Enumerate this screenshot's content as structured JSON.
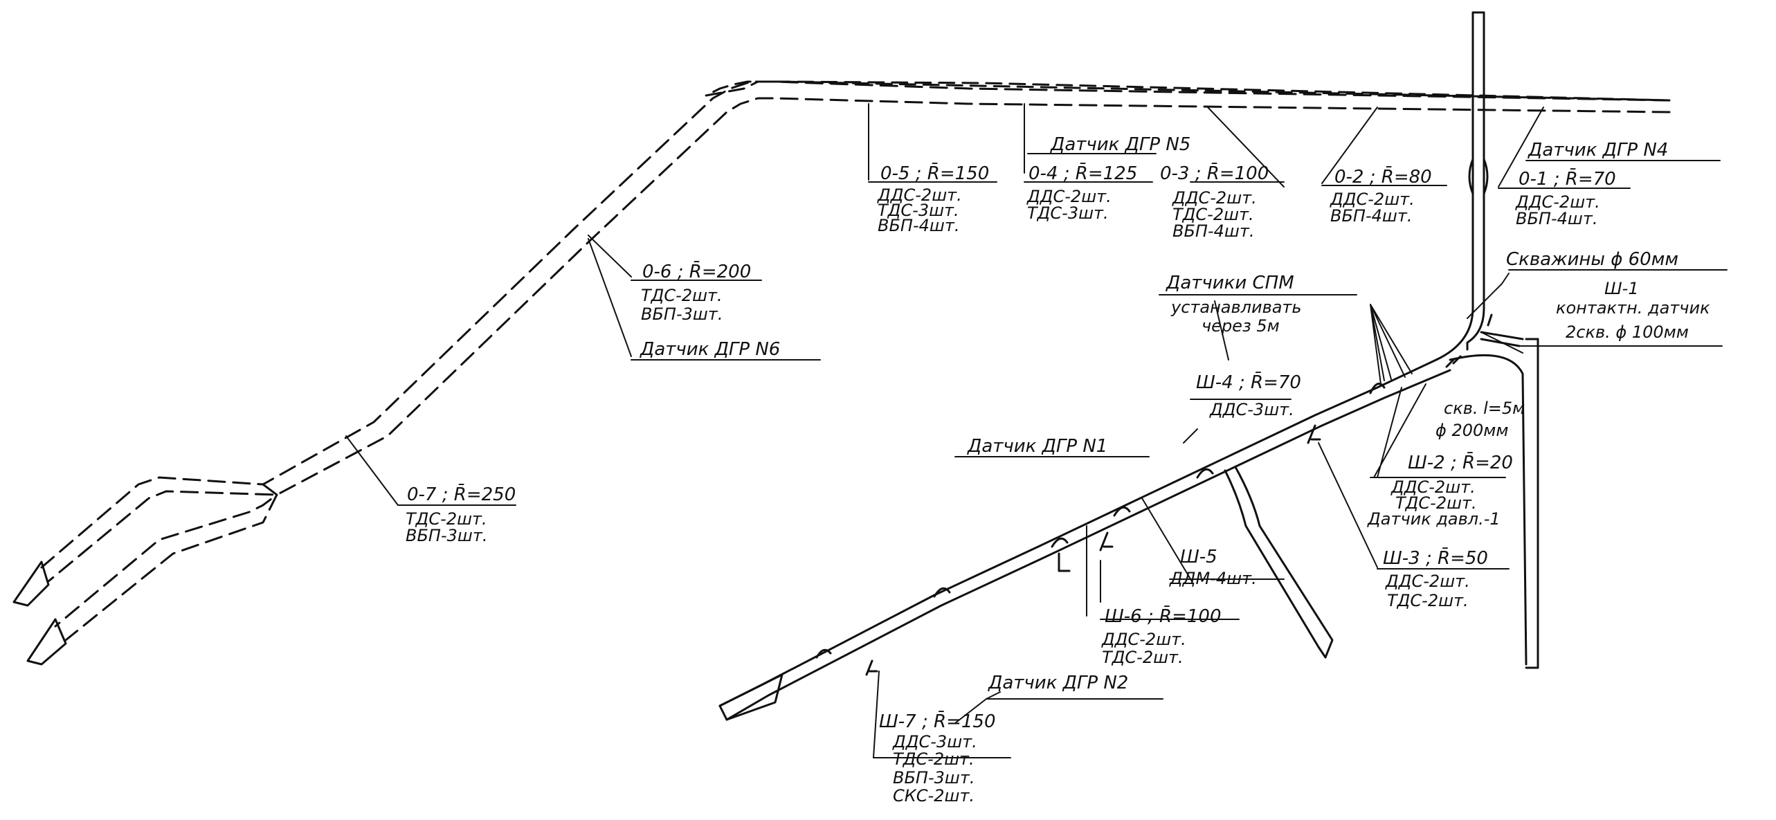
{
  "labels": {
    "o5": {
      "head": "0-5 ; R̄=150",
      "l1": "ДДС-2шт.",
      "l2": "ТДС-3шт.",
      "l3": "ВБП-4шт."
    },
    "o4": {
      "head": "0-4 ; R̄=125",
      "l1": "ДДС-2шт.",
      "l2": "ТДС-3шт."
    },
    "o3": {
      "head": "0-3 ; R̄=100",
      "l1": "ДДС-2шт.",
      "l2": "ТДС-2шт.",
      "l3": "ВБП-4шт."
    },
    "o2": {
      "head": "0-2 ; R̄=80",
      "l1": "ДДС-2шт.",
      "l2": "ВБП-4шт."
    },
    "o1": {
      "head": "0-1 ; R̄=70",
      "l1": "ДДС-2шт.",
      "l2": "ВБП-4шт."
    },
    "o6": {
      "head": "0-6 ; R̄=200",
      "l1": "ТДС-2шт.",
      "l2": "ВБП-3шт."
    },
    "o7": {
      "head": "0-7 ; R̄=250",
      "l1": "ТДС-2шт.",
      "l2": "ВБП-3шт."
    },
    "sensor5": "Датчик ДГР N5",
    "sensor4": "Датчик ДГР N4",
    "sensor6": "Датчик ДГР N6",
    "sensor1": "Датчик ДГР N1",
    "sensor2": "Датчик ДГР N2",
    "spm": {
      "head": "Датчики СПМ",
      "l1": "устанавливать",
      "l2": "через 5м"
    },
    "wells": {
      "head": "Скважины ϕ 60мм",
      "l1": "Ш-1",
      "l2": "контактн. датчик",
      "l3": "2скв. ϕ 100мм"
    },
    "well_l": {
      "l1": "скв. l=5м",
      "l2": "ϕ 200мм"
    },
    "sh4": {
      "head": "Ш-4 ; R̄=70",
      "l1": "ДДС-3шт."
    },
    "sh2": {
      "head": "Ш-2 ; R̄=20",
      "l1": "ДДС-2шт.",
      "l2": "ТДС-2шт.",
      "l3": "Датчик давл.-1"
    },
    "sh3": {
      "head": "Ш-3 ; R̄=50",
      "l1": "ДДС-2шт.",
      "l2": "ТДС-2шт."
    },
    "sh5": {
      "head": "Ш-5",
      "l1": "ДДМ-4шт."
    },
    "sh6": {
      "head": "Ш-6 ; R̄=100",
      "l1": "ДДС-2шт.",
      "l2": "ТДС-2шт."
    },
    "sh7": {
      "head": "Ш-7 ; R̄=150",
      "l1": "ДДС-3шт.",
      "l2": "ТДС-2шт.",
      "l3": "ВБП-3шт.",
      "l4": "СКС-2шт."
    }
  },
  "colors": {
    "ink": "#111111",
    "paper": "#ffffff"
  }
}
